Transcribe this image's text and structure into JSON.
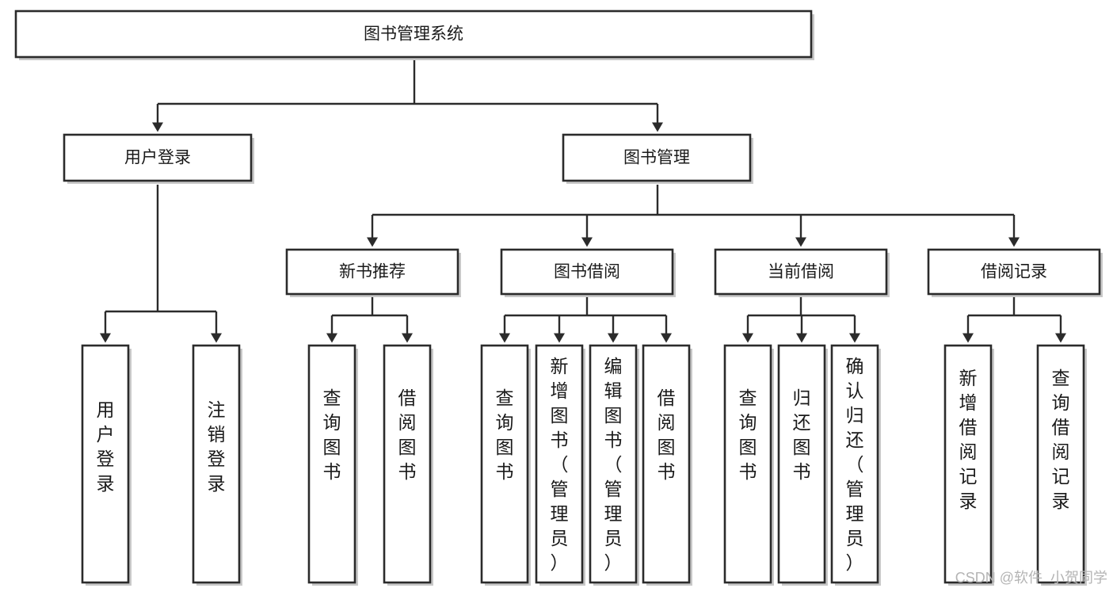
{
  "diagram": {
    "type": "tree-hierarchy",
    "title_node": "图书管理系统",
    "orientation": "top-down",
    "arrowhead": "filled-triangle",
    "colors": {
      "box_stroke": "#2b2b2b",
      "box_fill": "#ffffff",
      "edge": "#2b2b2b",
      "text": "#1a1a1a",
      "watermark": "#b4b4b4",
      "background": "#ffffff"
    },
    "root": {
      "label": "图书管理系统"
    },
    "level2": [
      {
        "id": "user-login",
        "label": "用户登录"
      },
      {
        "id": "book-management",
        "label": "图书管理"
      }
    ],
    "level3": [
      {
        "id": "new-book-recommend",
        "label": "新书推荐",
        "parent": "book-management"
      },
      {
        "id": "book-borrow",
        "label": "图书借阅",
        "parent": "book-management"
      },
      {
        "id": "current-borrow",
        "label": "当前借阅",
        "parent": "book-management"
      },
      {
        "id": "borrow-record",
        "label": "借阅记录",
        "parent": "book-management"
      }
    ],
    "leaves": {
      "user-login": [
        {
          "id": "leaf-user-login",
          "label": "用户登录"
        },
        {
          "id": "leaf-logout-login",
          "label": "注销登录"
        }
      ],
      "new-book-recommend": [
        {
          "id": "leaf-query-book-1",
          "label": "查询图书"
        },
        {
          "id": "leaf-borrow-book-1",
          "label": "借阅图书"
        }
      ],
      "book-borrow": [
        {
          "id": "leaf-query-book-2",
          "label": "查询图书"
        },
        {
          "id": "leaf-add-book",
          "label": "新增图书（管理员）"
        },
        {
          "id": "leaf-edit-book",
          "label": "编辑图书（管理员）"
        },
        {
          "id": "leaf-borrow-book-2",
          "label": "借阅图书"
        }
      ],
      "current-borrow": [
        {
          "id": "leaf-query-book-3",
          "label": "查询图书"
        },
        {
          "id": "leaf-return-book",
          "label": "归还图书"
        },
        {
          "id": "leaf-confirm-return",
          "label": "确认归还（管理员）"
        }
      ],
      "borrow-record": [
        {
          "id": "leaf-add-record",
          "label": "新增借阅记录"
        },
        {
          "id": "leaf-query-record",
          "label": "查询借阅记录"
        }
      ]
    }
  },
  "watermark": {
    "label": "CSDN @软件_小贺同学"
  }
}
